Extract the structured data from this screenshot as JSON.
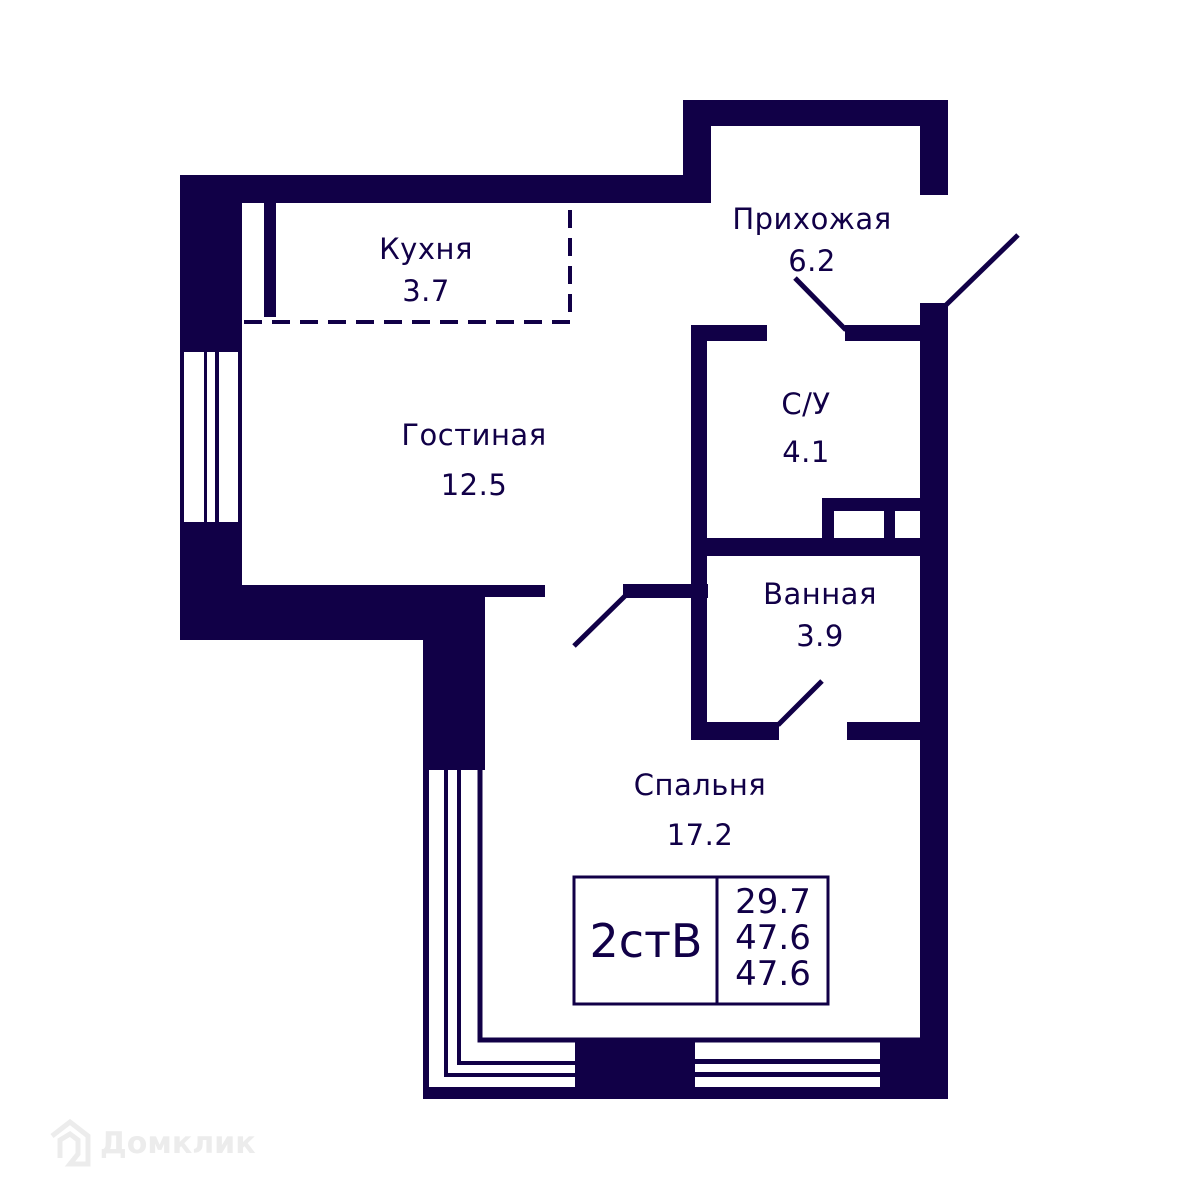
{
  "plan": {
    "colors": {
      "wall": "#110047",
      "background": "#ffffff"
    },
    "rooms": [
      {
        "name": "Кухня",
        "area": "3.7"
      },
      {
        "name": "Прихожая",
        "area": "6.2"
      },
      {
        "name": "Гостиная",
        "area": "12.5"
      },
      {
        "name": "С/У",
        "area": "4.1"
      },
      {
        "name": "Ванная",
        "area": "3.9"
      },
      {
        "name": "Спальня",
        "area": "17.2"
      }
    ],
    "unit": {
      "code": "2стВ",
      "areas": [
        "29.7",
        "47.6",
        "47.6"
      ]
    }
  },
  "watermark": {
    "text": "Домклик",
    "icon": "house-logo-icon"
  }
}
